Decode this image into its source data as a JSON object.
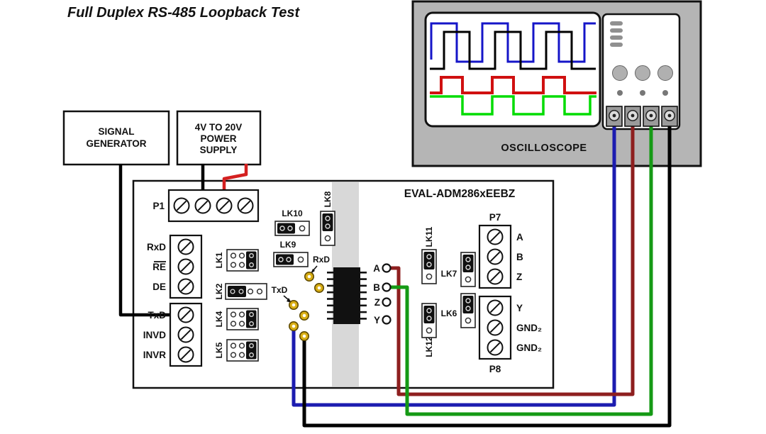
{
  "title": "Full Duplex RS-485 Loopback Test",
  "oscilloscope": {
    "label": "OSCILLOSCOPE",
    "trace_colors": {
      "ch1_blue": "#1515c8",
      "ch2_black": "#000000",
      "ch3_red": "#d01010",
      "ch4_green": "#00dc00"
    }
  },
  "signal_generator": {
    "line1": "SIGNAL",
    "line2": "GENERATOR"
  },
  "power_supply": {
    "line1": "4V TO 20V",
    "line2": "POWER",
    "line3": "SUPPLY"
  },
  "board": {
    "name": "EVAL-ADM286xEEBZ",
    "p1_label": "P1",
    "p7_label": "P7",
    "p8_label": "P8",
    "upper_terminals": [
      "RxD",
      "RE",
      "DE"
    ],
    "lower_terminals": [
      "TxD",
      "INVD",
      "INVR"
    ],
    "p7_pins": [
      "A",
      "B",
      "Z"
    ],
    "p8_pins": [
      "Y",
      "GND₂",
      "GND₂"
    ],
    "jumpers": {
      "lk1": "LK1",
      "lk2": "LK2",
      "lk4": "LK4",
      "lk5": "LK5",
      "lk6": "LK6",
      "lk7": "LK7",
      "lk8": "LK8",
      "lk9": "LK9",
      "lk10": "LK10",
      "lk11": "LK11",
      "lk12": "LK12"
    },
    "testpoints": {
      "rxd": "RxD",
      "txd": "TxD",
      "a": "A",
      "b": "B",
      "z": "Z",
      "y": "Y"
    }
  },
  "wires": {
    "power_black": "#000000",
    "power_red": "#d42020",
    "signal_black": "#000000",
    "scope_blue": "#1c1cb0",
    "scope_dark_red": "#8e1f1f",
    "scope_green": "#159a15",
    "scope_black": "#000000"
  }
}
